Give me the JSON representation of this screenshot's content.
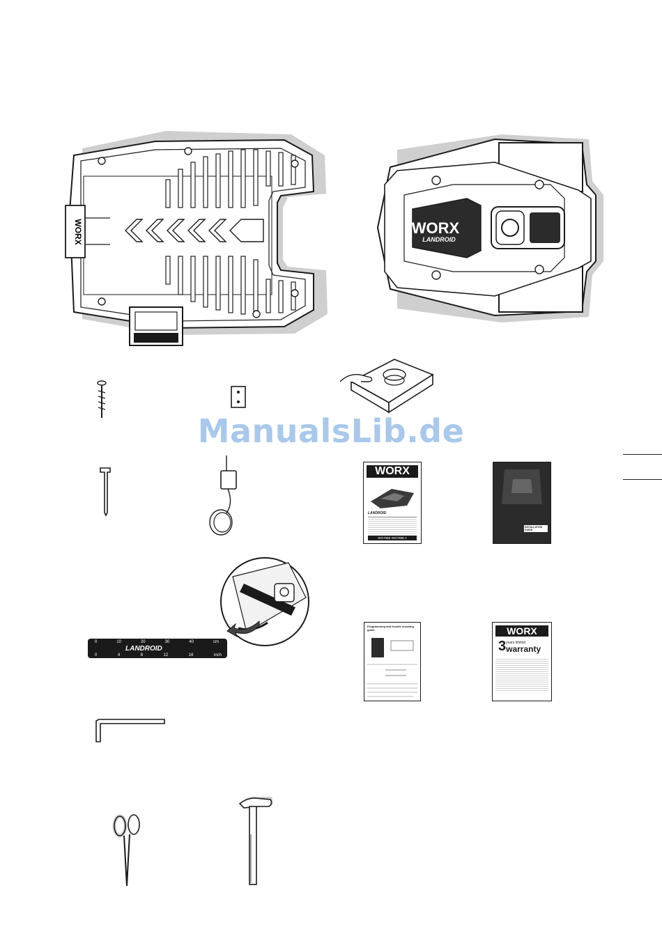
{
  "watermark": "ManualsLib.de",
  "robot": {
    "brand": "WORX",
    "model": "LANDROID"
  },
  "ruler": {
    "brand": "LANDROID",
    "cm_labels": [
      "0",
      "10",
      "20",
      "30",
      "40"
    ],
    "cm_unit": "cm",
    "inch_labels": [
      "0",
      "4",
      "8",
      "12",
      "16"
    ],
    "inch_unit": "inch"
  },
  "manuals": {
    "user_manual": {
      "brand": "WORX",
      "product": "LANDROID",
      "footer": "WG796E WG798E.1"
    },
    "installation_guide": {
      "title": "INSTALLATION GUIDE"
    },
    "quick_guide": {
      "title": "Programming and trouble shooting guide"
    },
    "warranty_card": {
      "brand": "WORX",
      "years": "3",
      "years_label": "years limited",
      "word": "warranty"
    }
  },
  "colors": {
    "line": "#1a1a1a",
    "shadow": "#cfcfcf",
    "dark_cover": "#2b2b2b",
    "watermark": "#a9c8ea"
  }
}
